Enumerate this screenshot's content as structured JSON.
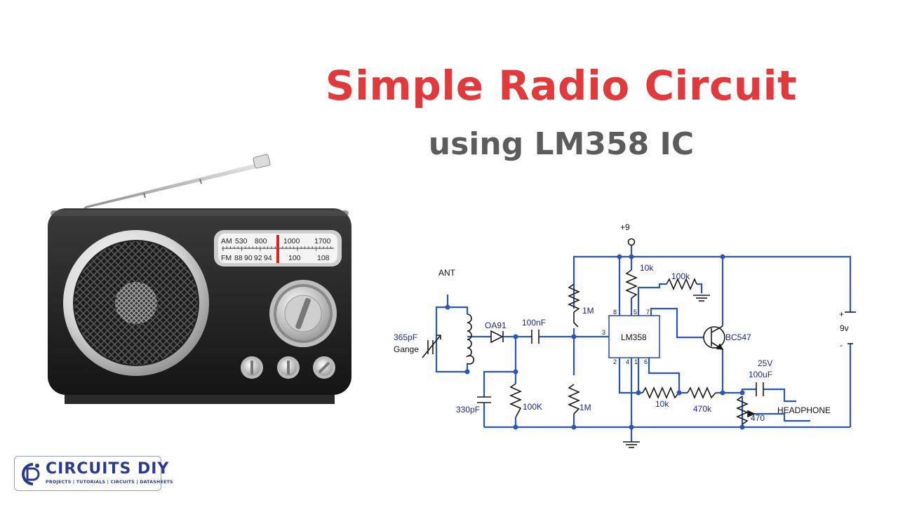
{
  "header": {
    "title": "Simple Radio Circuit",
    "subtitle": "using LM358 IC"
  },
  "radio_dial": {
    "am_label": "AM",
    "am_values": [
      "530",
      "800",
      "1000",
      "1700"
    ],
    "fm_label": "FM",
    "fm_values": [
      "88",
      "90",
      "92",
      "94",
      "100",
      "108"
    ]
  },
  "schematic": {
    "supply_label": "+9",
    "antenna_label": "ANT",
    "gang_cap_value": "365pF",
    "gang_cap_name": "Gange",
    "diode": "OA91",
    "coupling_cap": "100nF",
    "filter_cap": "330pF",
    "pot_100k_bottom": "100K",
    "bias_top": "1M",
    "bias_bottom": "1M",
    "ic": "LM358",
    "r_10k_top": "10k",
    "r_100k_top": "100k",
    "transistor": "BC547",
    "battery_plus": "+",
    "battery_value": "9v",
    "battery_minus": "-",
    "r_10k_feedback": "10k",
    "r_470k": "470k",
    "out_cap_voltage": "25V",
    "out_cap_value": "100uF",
    "pot_470": "470",
    "headphone": "HEADPHONE",
    "pins": {
      "p3": "3",
      "p8": "8",
      "p5": "5",
      "p7": "7",
      "p2": "2",
      "p4": "4",
      "p1": "1",
      "p6": "6"
    }
  },
  "logo": {
    "brand": "CIRCUITS DIY",
    "tagline": "PROJECTS | TUTORIALS | CIRCUITS | DATASHEETS"
  },
  "colors": {
    "title": "#e03a3c",
    "subtitle": "#5c5c5c",
    "wire": "#2d55b8",
    "brand": "#2b3a8c"
  }
}
